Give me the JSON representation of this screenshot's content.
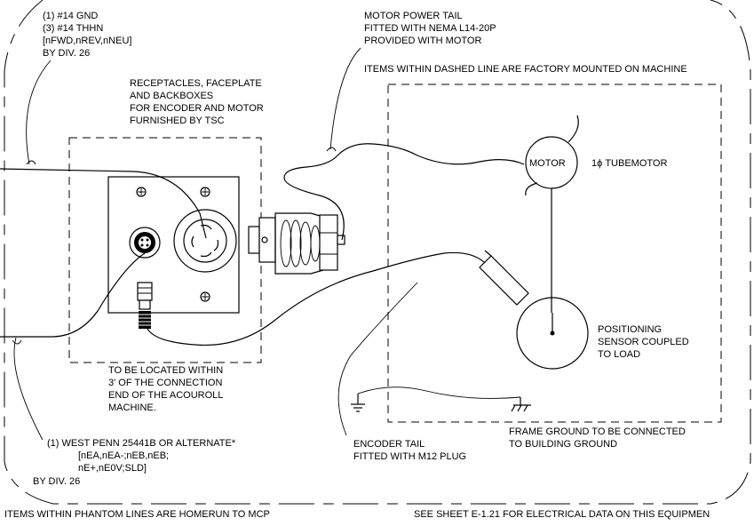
{
  "notes": {
    "conductors_top": [
      "(1) #14 GND",
      "(3) #14 THHN",
      "[nFWD,nREV,nNEU]",
      "BY DIV. 26"
    ],
    "motor_power_tail": [
      "MOTOR POWER TAIL",
      "FITTED WITH NEMA L14-20P",
      "PROVIDED WITH MOTOR"
    ],
    "factory_mounted": "ITEMS WITHIN DASHED LINE ARE FACTORY MOUNTED ON MACHINE",
    "receptacles": [
      "RECEPTACLES, FACEPLATE",
      "AND BACKBOXES",
      "FOR ENCODER AND MOTOR",
      "FURNISHED BY TSC"
    ],
    "motor_label": "MOTOR",
    "tubemotor": "1ϕ TUBEMOTOR",
    "positioning_sensor": [
      "POSITIONING",
      "SENSOR COUPLED",
      "TO LOAD"
    ],
    "location_note": [
      "TO BE LOCATED WITHIN",
      "3' OF THE CONNECTION",
      "END OF THE ACOUROLL",
      "MACHINE."
    ],
    "frame_ground": [
      "FRAME GROUND TO BE CONNECTED",
      "TO BUILDING GROUND"
    ],
    "encoder_tail": [
      "ENCODER  TAIL",
      "FITTED WITH M12 PLUG"
    ],
    "west_penn": [
      "(1) WEST PENN 25441B OR ALTERNATE*",
      "[nEA,nEA-;nEB,nEB;",
      "nE+,nE0V;SLD]",
      "BY  DIV. 26"
    ],
    "homerun": "ITEMS WITHIN PHANTOM LINES ARE HOMERUN TO MCP",
    "see_sheet": "SEE SHEET E-1.21 FOR ELECTRICAL DATA ON THIS EQUIPMEN"
  }
}
